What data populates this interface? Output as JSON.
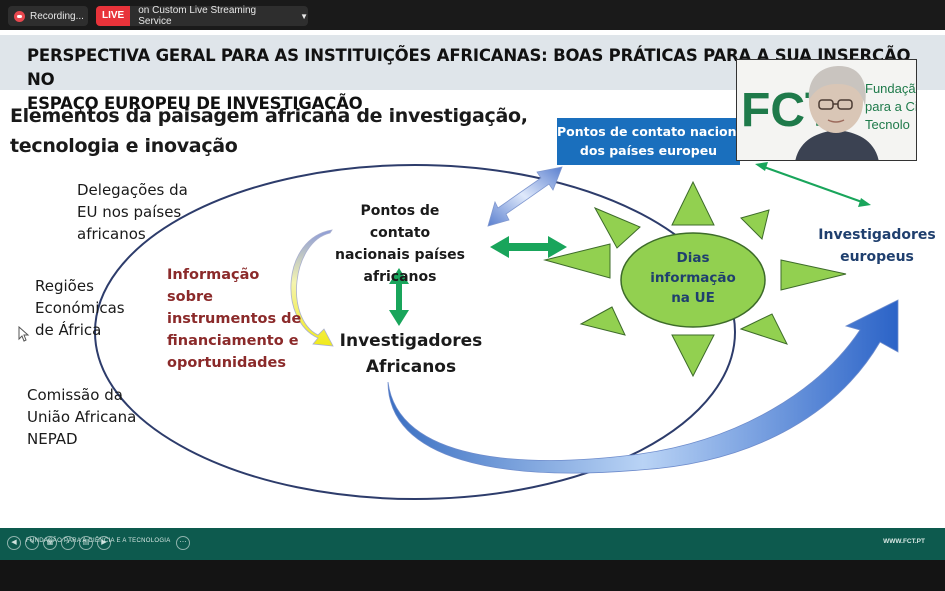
{
  "topbar": {
    "recording_label": "Recording...",
    "live_badge": "LIVE",
    "stream_label": "on Custom Live Streaming Service"
  },
  "slide": {
    "title_line1": "PERSPECTIVA GERAL PARA AS INSTITUIÇÕES AFRICANAS: BOAS PRÁTICAS PARA A SUA INSERÇÃO NO",
    "title_line2": "ESPAÇO EUROPEU DE INVESTIGAÇÃO",
    "subtitle_line1": "Elementos da paisagem africana de investigação,",
    "subtitle_line2": "tecnologia e inovação",
    "left_items": [
      [
        "Delegações da",
        "EU nos países",
        "africanos"
      ],
      [
        "Regiões",
        "Económicas",
        "de África"
      ],
      [
        "Comissão da",
        "União Africana",
        "NEPAD"
      ]
    ],
    "info_text": [
      "Informação",
      "sobre",
      "instrumentos de",
      "financiamento e",
      "oportunidades"
    ],
    "pcn_africa": [
      "Pontos de contato",
      "nacionais países",
      "africanos"
    ],
    "investigadores_africanos": [
      "Investigadores",
      "Africanos"
    ],
    "pcn_europe": [
      "Pontos de contato nacionais",
      "dos países europeu"
    ],
    "sun_label": [
      "Dias",
      "informação",
      "na UE"
    ],
    "investigadores_europeus": [
      "Investigadores",
      "europeus"
    ],
    "footer_org": "FUNDAÇÃO PARA A CIÊNCIA E A TECNOLOGIA",
    "footer_url": "WWW.FCT.PT"
  },
  "webcam": {
    "logo_text": "FCT",
    "logo_side": [
      "Fundação",
      "para a Ciê",
      "Tecnolo"
    ]
  },
  "colors": {
    "title_band": "#dfe5ea",
    "info_text": "#8b2a2a",
    "pcn_box": "#1a6fbd",
    "sun_fill": "#92d050",
    "green_arrow": "#19a55b",
    "blue_text": "#1f3f6e",
    "ellipse": "#2d3c6b",
    "footer": "#0d5a4e"
  }
}
